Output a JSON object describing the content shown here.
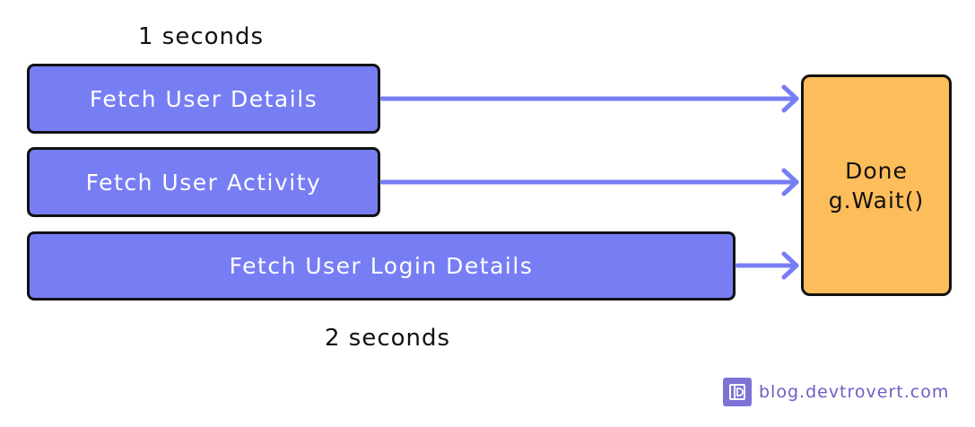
{
  "diagram": {
    "top_time_label": "1 seconds",
    "bottom_time_label": "2 seconds",
    "tasks": [
      {
        "label": "Fetch User Details"
      },
      {
        "label": "Fetch User Activity"
      },
      {
        "label": "Fetch User Login Details"
      }
    ],
    "done": {
      "line1": "Done",
      "line2": "g.Wait()"
    }
  },
  "brand": {
    "text": "blog.devtrovert.com",
    "logo_icon": "devtrovert-logo-icon"
  },
  "colors": {
    "task_fill": "#777ef4",
    "done_fill": "#fdbd5a",
    "arrow": "#777ef4",
    "brand": "#6a5fc4"
  }
}
